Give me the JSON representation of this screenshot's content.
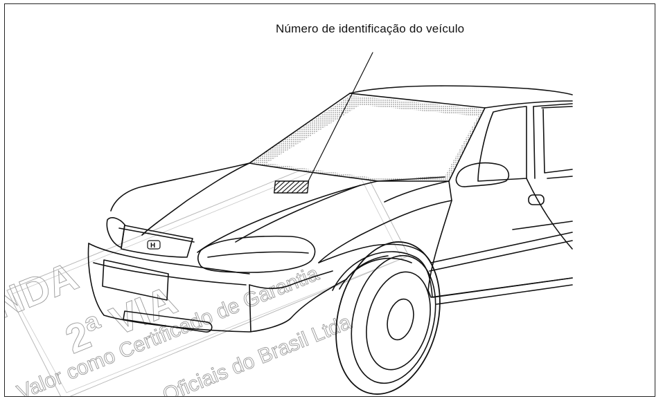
{
  "diagram": {
    "callout_label": "Número de identificação do veículo",
    "emblem_letter": "H"
  },
  "watermark": {
    "brand": "NDA",
    "copy": "2ª VIA",
    "line1": "Valor como Certificado de Garantia",
    "line2": "Oficiais do Brasil Ltda"
  },
  "colors": {
    "line": "#111111",
    "watermark": "#9a9a9a"
  }
}
